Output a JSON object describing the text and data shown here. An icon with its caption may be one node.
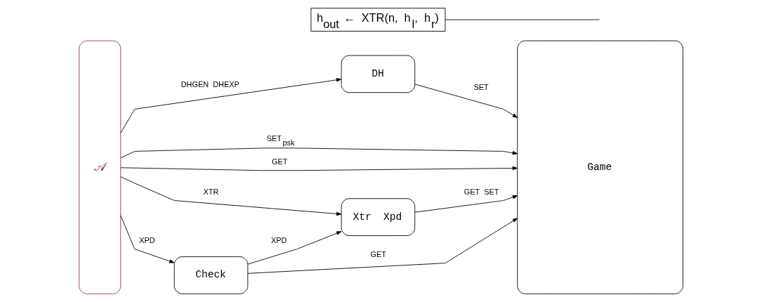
{
  "diagram": {
    "nodes": [
      {
        "text": [
          "𝒜"
        ]
      },
      {
        "text": [
          "DH"
        ]
      },
      {
        "text": [
          "h$_{out}$ ← XTR(n, h$_{l}$, h$_{r}$)"
        ]
      },
      {
        "text": [
          "Game"
        ]
      },
      {
        "text": [
          "Xtr Xpd"
        ]
      },
      {
        "text": [
          "Check"
        ]
      }
    ],
    "edges": [
      {
        "from": 0,
        "to": 1,
        "arrow": "to",
        "label": "DHGEN DHEXP"
      },
      {
        "from": 1,
        "to": 3,
        "arrow": "to",
        "label": "SET"
      },
      {
        "from": 0,
        "to": 3,
        "arrow": "to",
        "label": "SET$_{psk}$"
      },
      {
        "from": 0,
        "to": 4,
        "arrow": "to",
        "label": "XTR"
      },
      {
        "from": 0,
        "to": 5,
        "arrow": "to",
        "label": "XPD"
      },
      {
        "from": 5,
        "to": 4,
        "arrow": "to",
        "label": "XPD"
      },
      {
        "from": 4,
        "to": 3,
        "arrow": "to",
        "label": "GET SET"
      },
      {
        "from": 5,
        "to": 3,
        "arrow": "to",
        "label": "GET"
      },
      {
        "from": 0,
        "to": 3,
        "arrow": "to",
        "label": "GET"
      },
      {
        "from": 2,
        "to": null,
        "arrow": "none"
      }
    ]
  }
}
